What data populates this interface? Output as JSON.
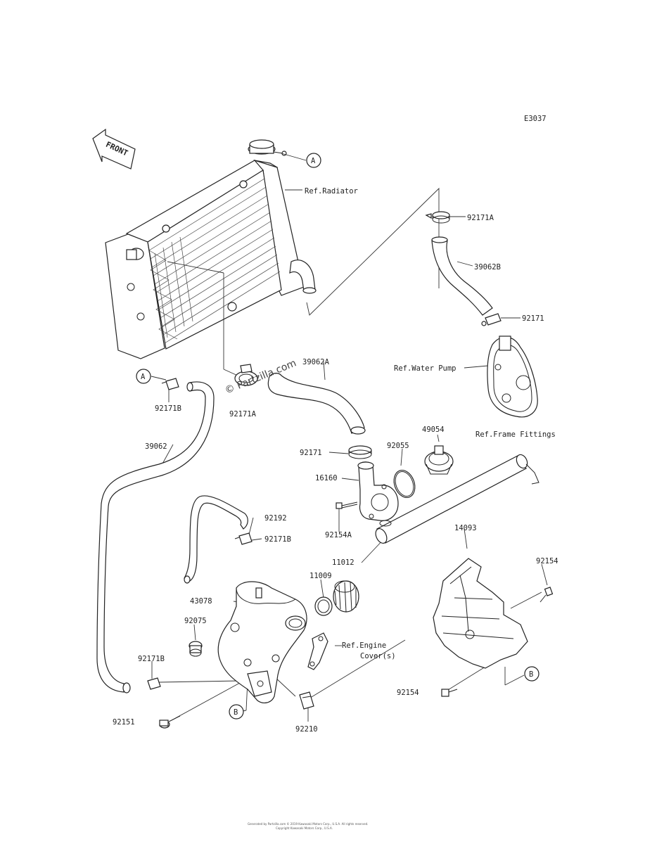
{
  "diagram_code": "E3037",
  "front_label": "FRONT",
  "watermark": "© Partzilla.com",
  "footer_line1": "Generated by Partzilla.com © 2019 Kawasaki Motors Corp., U.S.A. All rights reserved.",
  "footer_line2": "Copyright Kawasaki Motors Corp., U.S.A.",
  "callouts": {
    "a_top": "A",
    "a_left": "A",
    "b_left": "B",
    "b_right": "B"
  },
  "labels": {
    "ref_radiator": "Ref.Radiator",
    "ref_water_pump": "Ref.Water Pump",
    "ref_frame_fittings": "Ref.Frame Fittings",
    "ref_engine_cover_1": "Ref.Engine",
    "ref_engine_cover_2": "Cover(s)",
    "p92171A_top": "92171A",
    "p39062B": "39062B",
    "p92171_right": "92171",
    "p39062A": "39062A",
    "p92171B_left": "92171B",
    "p92171A_mid": "92171A",
    "p39062": "39062",
    "p92171_mid": "92171",
    "p92055": "92055",
    "p49054": "49054",
    "p16160": "16160",
    "p92154A": "92154A",
    "p92192": "92192",
    "p92171B_mid": "92171B",
    "p11012": "11012",
    "p14093": "14093",
    "p92154_right": "92154",
    "p11009": "11009",
    "p43078": "43078",
    "p92075": "92075",
    "p92171B_low": "92171B",
    "p92154_bottom": "92154",
    "p92151": "92151",
    "p92210": "92210"
  }
}
